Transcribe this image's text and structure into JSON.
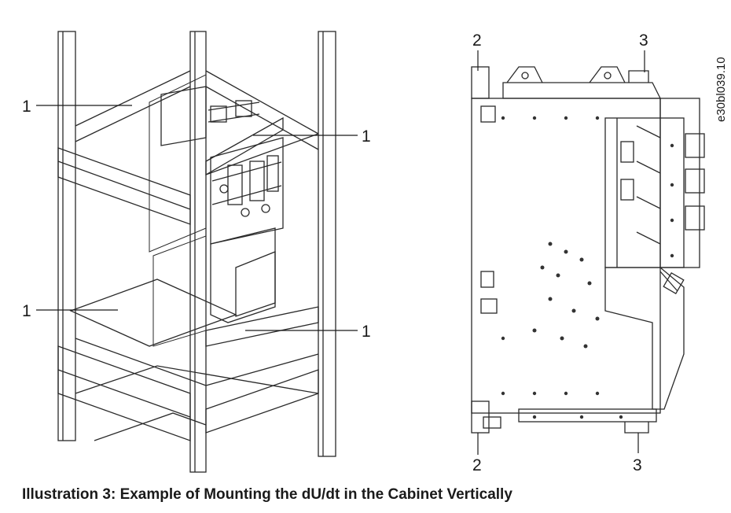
{
  "caption": "Illustration 3: Example of Mounting the dU/dt in the Cabinet Vertically",
  "document_id": "e30bl039.10",
  "callouts": {
    "cabinet_left_top": "1",
    "cabinet_right_top": "1",
    "cabinet_left_bottom": "1",
    "cabinet_right_bottom": "1",
    "side_top_left": "2",
    "side_top_right": "3",
    "side_bottom_left": "2",
    "side_bottom_right": "3"
  }
}
